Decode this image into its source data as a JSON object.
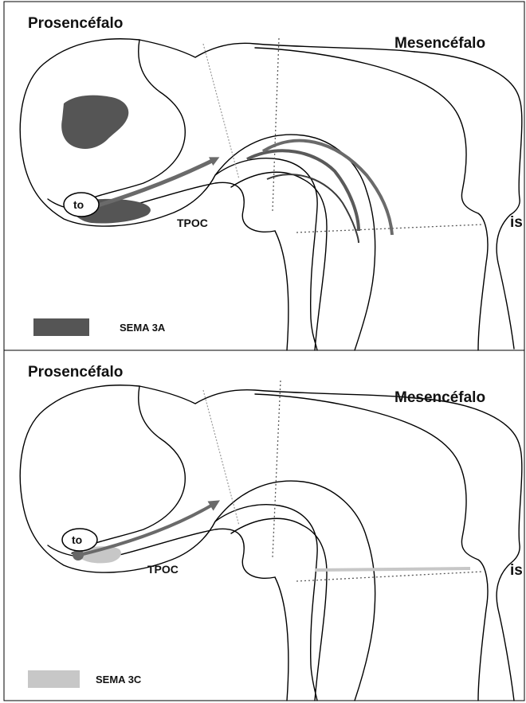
{
  "panels": [
    {
      "region_forebrain": "Prosencéfalo",
      "region_midbrain": "Mesencéfalo",
      "optic_tract": "to",
      "tract": "TPOC",
      "isthmus": "is",
      "legend": "SEMA 3A",
      "sema_color": "#555555"
    },
    {
      "region_forebrain": "Prosencéfalo",
      "region_midbrain": "Mesencéfalo",
      "optic_tract": "to",
      "tract": "TPOC",
      "isthmus": "is",
      "legend": "SEMA 3C",
      "sema_color": "#c7c7c7"
    }
  ],
  "colors": {
    "outline": "#000000",
    "arrow": "#6a6a6a",
    "dashed_boundary": "#5a5a5a"
  }
}
